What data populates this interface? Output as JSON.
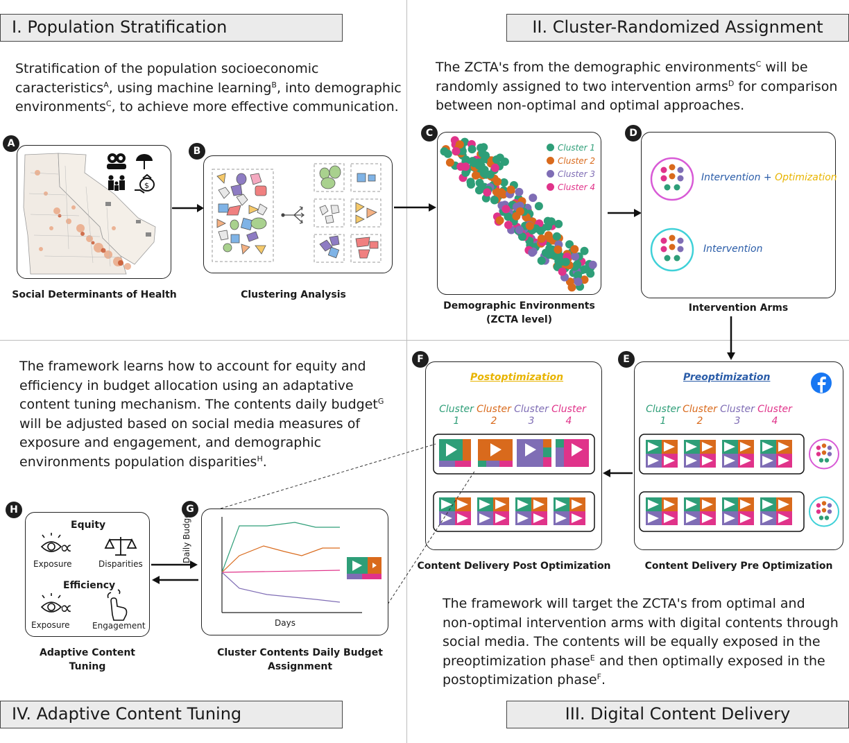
{
  "sections": {
    "s1": "I. Population Stratification",
    "s2": "II. Cluster-Randomized Assignment",
    "s3": "III. Digital Content Delivery",
    "s4": "IV. Adaptive Content Tuning"
  },
  "paragraphs": {
    "p1": [
      "Stratification of the population socioeconomic",
      "caracteristics",
      "A",
      ", using machine learning",
      "B",
      ", into demographic",
      "environments",
      "C",
      ", to achieve more effective communication."
    ],
    "p2": [
      "The ZCTA's from the demographic environments",
      "C",
      " will be",
      "randomly assigned to two intervention arms",
      "D",
      " for comparison",
      "between non-optimal and optimal approaches."
    ],
    "p3": [
      "The framework learns how to account for equity and",
      "efficiency in budget allocation using an adaptative",
      "content tuning mechanism. The contents daily budget",
      "G",
      "will be adjusted based on social media measures of",
      "exposure and engagement, and demographic",
      "environments population disparities",
      "H",
      "."
    ],
    "p4": [
      "The framework will target the ZCTA's from optimal and",
      "non-optimal intervention arms with digital contents through",
      "social media. The contents will be equally exposed in the",
      "preoptimization phase",
      "E",
      " and then optimally exposed in the",
      "postoptimization phase",
      "F",
      "."
    ]
  },
  "badges": {
    "a": "A",
    "b": "B",
    "c": "C",
    "d": "D",
    "e": "E",
    "f": "F",
    "g": "G",
    "h": "H"
  },
  "captions": {
    "a": "Social Determinants of Health",
    "b": "Clustering Analysis",
    "c1": "Demographic Environments",
    "c2": "(ZCTA level)",
    "d": "Intervention Arms",
    "e": "Content Delivery Pre Optimization",
    "f": "Content Delivery Post Optimization",
    "g1": "Cluster Contents Daily Budget",
    "g2": "Assignment",
    "h1": "Adaptive Content",
    "h2": "Tuning"
  },
  "legend": [
    {
      "label": "Cluster 1",
      "color": "#2e9e78"
    },
    {
      "label": "Cluster 2",
      "color": "#d96a1c"
    },
    {
      "label": "Cluster 3",
      "color": "#7f6db5"
    },
    {
      "label": "Cluster 4",
      "color": "#e0338a"
    }
  ],
  "arms": {
    "optimized_parts": [
      "Intervention",
      " + ",
      "Optimization"
    ],
    "control": "Intervention"
  },
  "content_delivery": {
    "pre_title": "Preoptimization",
    "post_title": "Postoptimization",
    "cluster_word": "Cluster",
    "cluster_numbers": [
      "1",
      "2",
      "3",
      "4"
    ]
  },
  "tuning": {
    "equity": "Equity",
    "efficiency": "Efficiency",
    "exposure": "Exposure",
    "disparities": "Disparities",
    "engagement": "Engagement",
    "propto": "∝"
  },
  "budget_chart": {
    "ylabel": "Daily Budget",
    "xlabel": "Days"
  },
  "colors": {
    "green": "#2e9e78",
    "orange": "#d96a1c",
    "purple": "#7f6db5",
    "pink": "#e0338a",
    "teal_ring": "#3fd1d8",
    "magenta_ring": "#d85ad6",
    "facebook": "#1877f2",
    "optimization_text": "#e8b400",
    "intervention_text": "#2a5ca8"
  }
}
